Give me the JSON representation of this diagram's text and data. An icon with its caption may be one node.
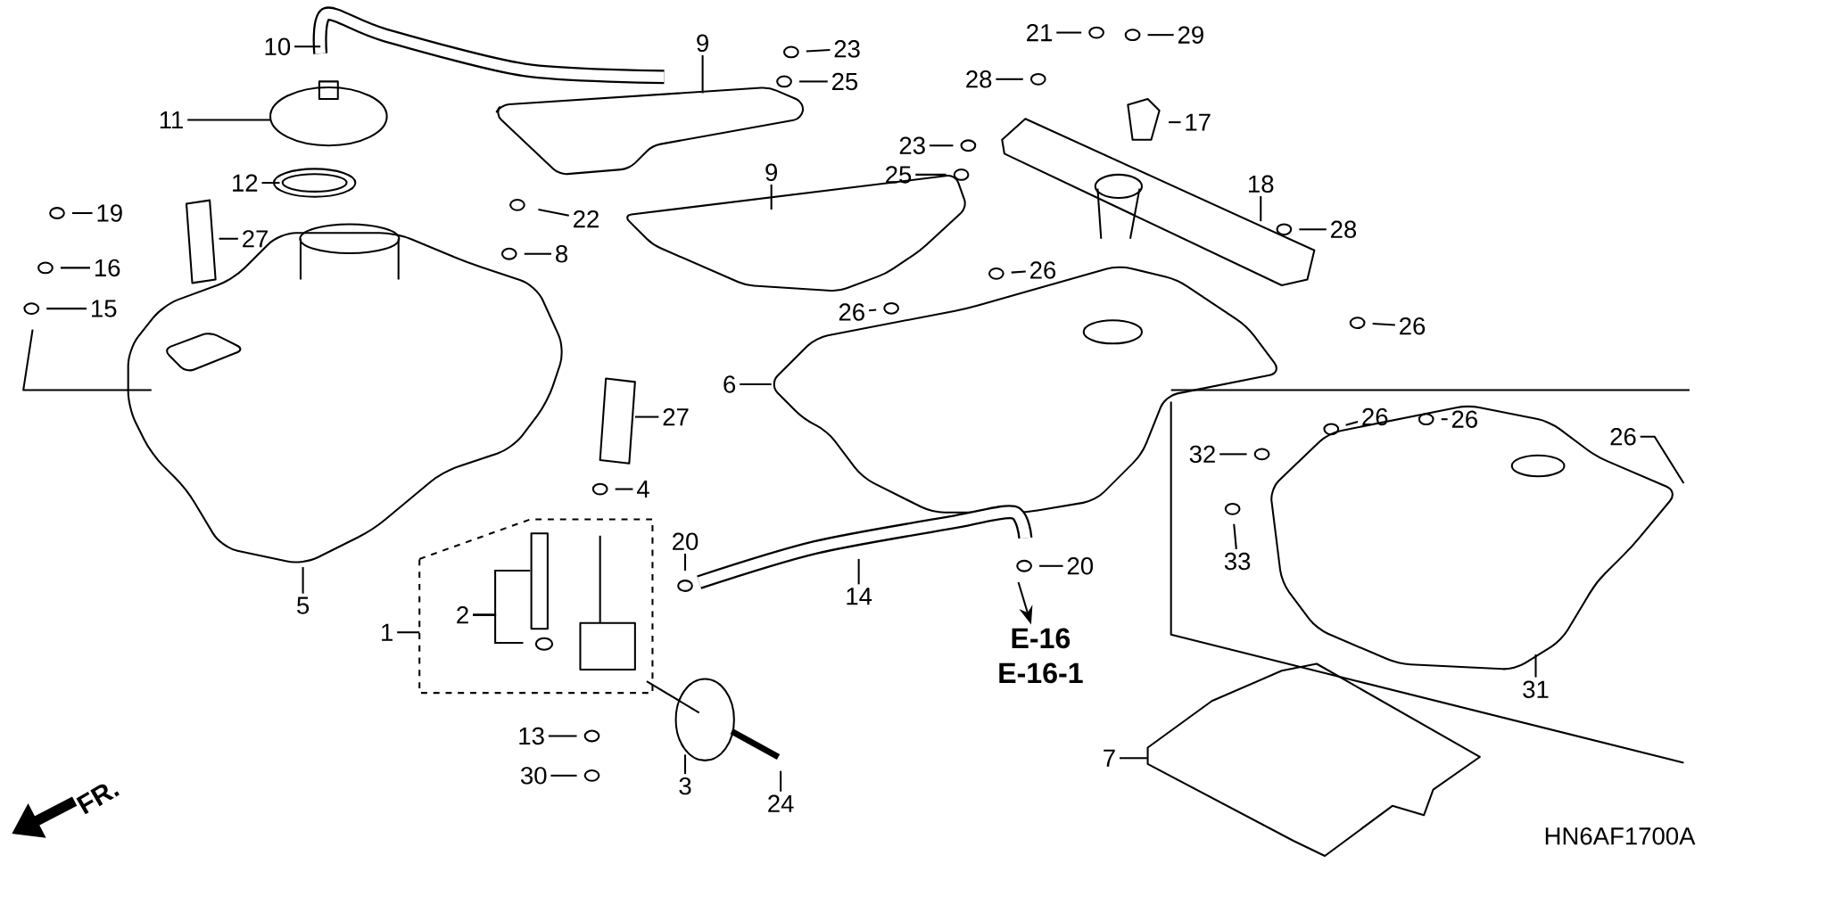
{
  "diagram": {
    "nodes": [
      {
        "text": [
          "10"
        ]
      },
      {
        "text": [
          "9"
        ]
      },
      {
        "text": [
          "23"
        ]
      },
      {
        "text": [
          "25"
        ]
      },
      {
        "text": [
          "21"
        ]
      },
      {
        "text": [
          "29"
        ]
      },
      {
        "text": [
          "28"
        ]
      },
      {
        "text": [
          "11"
        ]
      },
      {
        "text": [
          "17"
        ]
      },
      {
        "text": [
          "23"
        ]
      },
      {
        "text": [
          "9"
        ]
      },
      {
        "text": [
          "25"
        ]
      },
      {
        "text": [
          "12"
        ]
      },
      {
        "text": [
          "18"
        ]
      },
      {
        "text": [
          "19"
        ]
      },
      {
        "text": [
          "22"
        ]
      },
      {
        "text": [
          "28"
        ]
      },
      {
        "text": [
          "27"
        ]
      },
      {
        "text": [
          "8"
        ]
      },
      {
        "text": [
          "16"
        ]
      },
      {
        "text": [
          "26"
        ]
      },
      {
        "text": [
          "15"
        ]
      },
      {
        "text": [
          "26"
        ]
      },
      {
        "text": [
          "26"
        ]
      },
      {
        "text": [
          "6"
        ]
      },
      {
        "text": [
          "27"
        ]
      },
      {
        "text": [
          "26"
        ]
      },
      {
        "text": [
          "26"
        ]
      },
      {
        "text": [
          "26"
        ]
      },
      {
        "text": [
          "32"
        ]
      },
      {
        "text": [
          "4"
        ]
      },
      {
        "text": [
          "20"
        ]
      },
      {
        "text": [
          "20"
        ]
      },
      {
        "text": [
          "33"
        ]
      },
      {
        "text": [
          "14"
        ]
      },
      {
        "text": [
          "5"
        ]
      },
      {
        "text": [
          "2"
        ]
      },
      {
        "text": [
          "1"
        ]
      },
      {
        "text": [
          "E-16 E-16-1"
        ]
      },
      {
        "text": [
          "31"
        ]
      },
      {
        "text": [
          "7"
        ]
      },
      {
        "text": [
          "13"
        ]
      },
      {
        "text": [
          "30"
        ]
      },
      {
        "text": [
          "3"
        ]
      },
      {
        "text": [
          "24"
        ]
      }
    ],
    "edges": [
      {
        "from": 0,
        "to": null,
        "arrow": "none"
      },
      {
        "from": 1,
        "to": null,
        "arrow": "none"
      },
      {
        "from": 2,
        "to": null,
        "arrow": "none"
      },
      {
        "from": 3,
        "to": null,
        "arrow": "none"
      },
      {
        "from": 4,
        "to": null,
        "arrow": "none"
      },
      {
        "from": 5,
        "to": null,
        "arrow": "none"
      },
      {
        "from": 6,
        "to": null,
        "arrow": "none"
      },
      {
        "from": 7,
        "to": null,
        "arrow": "none"
      },
      {
        "from": 8,
        "to": null,
        "arrow": "none"
      },
      {
        "from": 9,
        "to": null,
        "arrow": "none"
      },
      {
        "from": 10,
        "to": null,
        "arrow": "none"
      },
      {
        "from": 11,
        "to": null,
        "arrow": "none"
      },
      {
        "from": 12,
        "to": null,
        "arrow": "none"
      },
      {
        "from": 13,
        "to": null,
        "arrow": "none"
      },
      {
        "from": 14,
        "to": null,
        "arrow": "none"
      },
      {
        "from": 15,
        "to": null,
        "arrow": "none"
      },
      {
        "from": 16,
        "to": null,
        "arrow": "none"
      },
      {
        "from": 17,
        "to": null,
        "arrow": "none"
      },
      {
        "from": 18,
        "to": null,
        "arrow": "none"
      },
      {
        "from": 19,
        "to": null,
        "arrow": "none"
      },
      {
        "from": 20,
        "to": null,
        "arrow": "none"
      },
      {
        "from": 21,
        "to": null,
        "arrow": "none"
      },
      {
        "from": 22,
        "to": null,
        "arrow": "none"
      },
      {
        "from": 23,
        "to": null,
        "arrow": "none"
      },
      {
        "from": 24,
        "to": null,
        "arrow": "none"
      },
      {
        "from": 25,
        "to": null,
        "arrow": "none"
      },
      {
        "from": 26,
        "to": null,
        "arrow": "none"
      },
      {
        "from": 27,
        "to": null,
        "arrow": "none"
      },
      {
        "from": 28,
        "to": null,
        "arrow": "none"
      },
      {
        "from": 29,
        "to": null,
        "arrow": "none"
      },
      {
        "from": 30,
        "to": null,
        "arrow": "none"
      },
      {
        "from": 31,
        "to": null,
        "arrow": "none"
      },
      {
        "from": 32,
        "to": null,
        "arrow": "none"
      },
      {
        "from": 33,
        "to": null,
        "arrow": "none"
      },
      {
        "from": 34,
        "to": null,
        "arrow": "none"
      },
      {
        "from": 35,
        "to": null,
        "arrow": "none"
      },
      {
        "from": 36,
        "to": null,
        "arrow": "none"
      },
      {
        "from": 36,
        "to": null,
        "arrow": "none"
      },
      {
        "from": 37,
        "to": null,
        "arrow": "none"
      },
      {
        "from": null,
        "to": 38,
        "arrow": "to"
      },
      {
        "from": 39,
        "to": null,
        "arrow": "none"
      },
      {
        "from": 40,
        "to": null,
        "arrow": "none"
      },
      {
        "from": 41,
        "to": null,
        "arrow": "none"
      },
      {
        "from": 42,
        "to": null,
        "arrow": "none"
      },
      {
        "from": 43,
        "to": null,
        "arrow": "none"
      },
      {
        "from": 44,
        "to": null,
        "arrow": "none"
      }
    ],
    "labels": [
      "FR.",
      "HN6AF1700A"
    ]
  }
}
